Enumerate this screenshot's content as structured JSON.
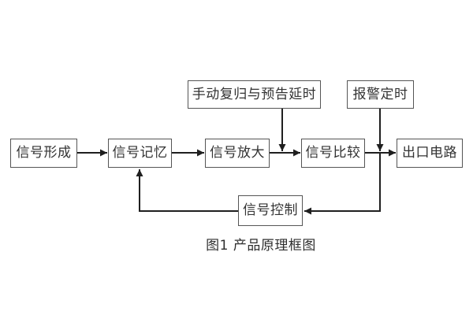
{
  "diagram": {
    "caption": "图1 产品原理框图",
    "nodes": {
      "formation": {
        "label": "信号形成"
      },
      "memory": {
        "label": "信号记忆"
      },
      "amplify": {
        "label": "信号放大"
      },
      "compare": {
        "label": "信号比较"
      },
      "output": {
        "label": "出口电路"
      },
      "manual_reset": {
        "label": "手动复归与预告延时"
      },
      "alarm_timer": {
        "label": "报警定时"
      },
      "control": {
        "label": "信号控制"
      }
    },
    "edges": [
      {
        "from": "formation",
        "to": "memory",
        "arrow": "right"
      },
      {
        "from": "memory",
        "to": "amplify",
        "arrow": "right"
      },
      {
        "from": "amplify",
        "to": "compare",
        "arrow": "right"
      },
      {
        "from": "compare",
        "to": "output",
        "arrow": "right"
      },
      {
        "from": "manual_reset",
        "to": "amplify-compare-junction",
        "arrow": "down"
      },
      {
        "from": "alarm_timer",
        "to": "compare-output-junction",
        "arrow": "down"
      },
      {
        "from": "compare-output-junction",
        "to": "control",
        "arrow": "left"
      },
      {
        "from": "control",
        "to": "memory",
        "arrow": "up"
      }
    ],
    "colors": {
      "background": "#ffffff",
      "box_border": "#555555",
      "wire": "#1f1f1f",
      "text": "#333333"
    }
  }
}
